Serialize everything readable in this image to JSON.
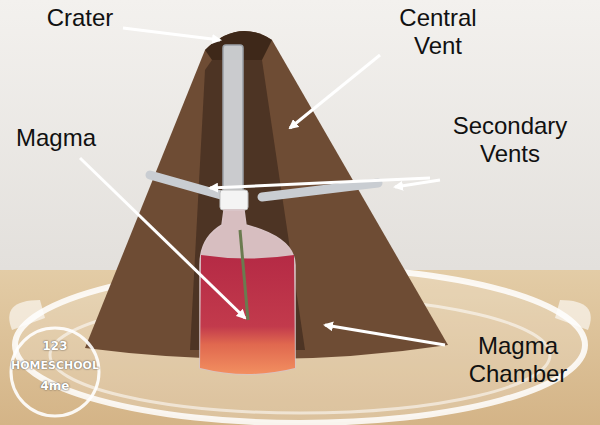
{
  "diagram": {
    "labels": [
      "Crater",
      "Central Vent",
      "Magma",
      "Secondary Vents",
      "Magma Chamber",
      "123",
      "HOMESCHOOL",
      "4me"
    ]
  }
}
